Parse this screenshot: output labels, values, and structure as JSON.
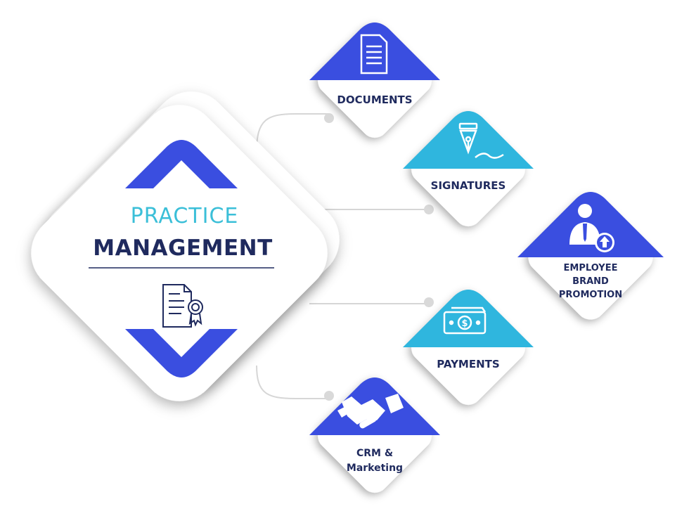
{
  "center": {
    "title_top": "PRACTICE",
    "title_bottom": "MANAGEMENT",
    "icon": "certificate-document-icon"
  },
  "nodes": [
    {
      "id": "documents",
      "label_lines": [
        "DOCUMENTS"
      ],
      "icon": "document-icon",
      "accent": "#3a4ee0"
    },
    {
      "id": "signatures",
      "label_lines": [
        "SIGNATURES"
      ],
      "icon": "fountain-pen-icon",
      "accent": "#2fb6de"
    },
    {
      "id": "employee-brand-promotion",
      "label_lines": [
        "EMPLOYEE",
        "BRAND",
        "PROMOTION"
      ],
      "icon": "employee-upgrade-icon",
      "accent": "#3a4ee0"
    },
    {
      "id": "payments",
      "label_lines": [
        "PAYMENTS"
      ],
      "icon": "money-bill-icon",
      "accent": "#2fb6de"
    },
    {
      "id": "crm-marketing",
      "label_lines": [
        "CRM &",
        "Marketing"
      ],
      "icon": "handshake-icon",
      "accent": "#3a4ee0"
    }
  ],
  "colors": {
    "primary_blue": "#3a4ee0",
    "cyan": "#2fb6de",
    "navy_text": "#1f2a5e",
    "connector": "#d6d6d6"
  }
}
